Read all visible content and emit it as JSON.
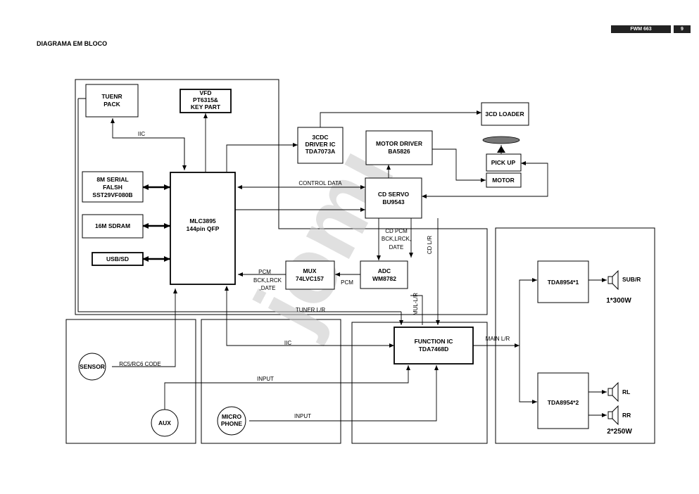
{
  "header": {
    "model": "FWM 663",
    "page_number": "9"
  },
  "title": "DIAGRAMA EM BLOCO",
  "watermark": "jomi",
  "blocks": {
    "tuner": [
      "TUENR",
      "PACK"
    ],
    "vfd": [
      "VFD",
      "PT6315&",
      "KEY PART"
    ],
    "cdc_driver": [
      "3CDC",
      "DRIVER IC",
      "TDA7073A"
    ],
    "loader": [
      "3CD LOADER"
    ],
    "motor_driver": [
      "MOTOR DRIVER",
      "BA5826"
    ],
    "pickup": [
      "PICK UP"
    ],
    "motor": [
      "MOTOR"
    ],
    "flash": [
      "8M SERIAL",
      "FALSH",
      "SST29VF080B"
    ],
    "sdram": [
      "16M SDRAM"
    ],
    "usb": [
      "USB/SD"
    ],
    "mlc": [
      "MLC3895",
      "144pin QFP"
    ],
    "servo": [
      "CD SERVO",
      "BU9543"
    ],
    "mux": [
      "MUX",
      "74LVC157"
    ],
    "adc": [
      "ADC",
      "WM8782"
    ],
    "function_ic": [
      "FUNCTION IC",
      "TDA7468D"
    ],
    "amp1": [
      "TDA8954*1"
    ],
    "amp2": [
      "TDA8954*2"
    ],
    "sensor": [
      "SENSOR"
    ],
    "aux": [
      "AUX"
    ],
    "micro": [
      "MICRO",
      "PHONE"
    ]
  },
  "labels": {
    "iic_top": "IIC",
    "control_data": "CONTROL DATA",
    "cd_pcm": [
      "CD PCM",
      "BCK,LRCK,",
      "DATE"
    ],
    "cd_lr": "CD L/R",
    "pcm_mux": [
      "PCM",
      "BCK,LRCK",
      ",DATE"
    ],
    "pcm_adc": "PCM",
    "mul_lr": "MUL-L/R",
    "tuner_lr": "TUNER L/R",
    "iic_bottom": "IIC",
    "main_lr": "MAIN L/R",
    "rc_code": "RC5/RC6 CODE",
    "input_aux": "INPUT",
    "input_mic": "INPUT"
  },
  "speakers": {
    "sub": "SUB/R",
    "rl": "RL",
    "rr": "RR"
  },
  "power": {
    "sub": "1*300W",
    "main": "2*250W"
  }
}
